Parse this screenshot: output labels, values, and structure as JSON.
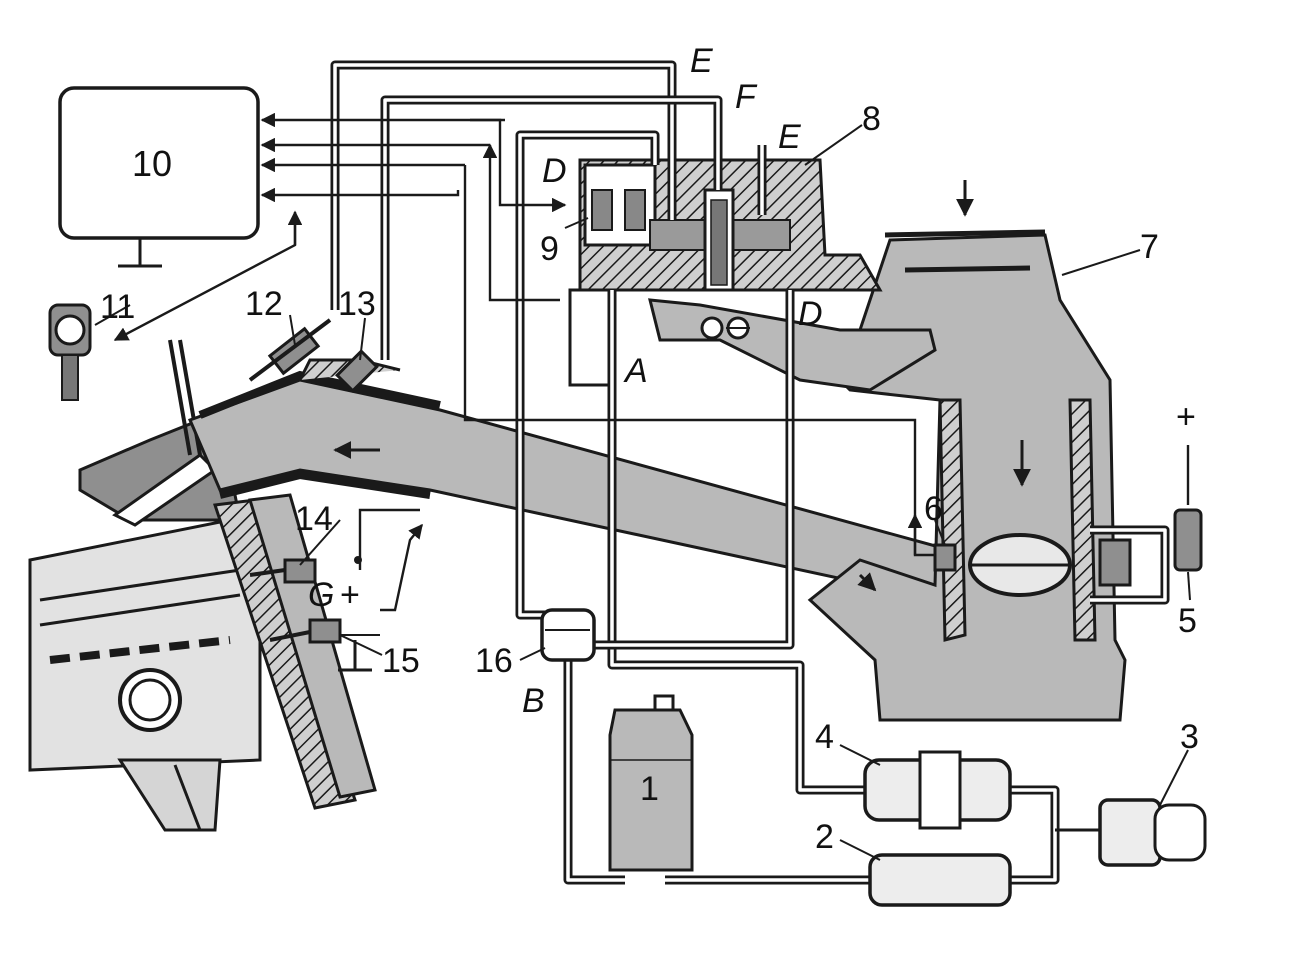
{
  "diagram": {
    "callouts": {
      "n1": "1",
      "n2": "2",
      "n3": "3",
      "n4": "4",
      "n5": "5",
      "n6": "6",
      "n7": "7",
      "n8": "8",
      "n9": "9",
      "n10": "10",
      "n11": "11",
      "n12": "12",
      "n13": "13",
      "n14": "14",
      "n15": "15",
      "n16": "16"
    },
    "letters": {
      "A": "A",
      "B": "B",
      "D_top": "D",
      "D_right": "D",
      "E_top": "E",
      "E_right": "E",
      "F": "F",
      "G": "G"
    },
    "signs": {
      "plus_g": "+",
      "plus_5": "+"
    }
  },
  "colors": {
    "ink": "#1a1a1a",
    "shade": "#b9b9b9",
    "shade_dark": "#8f8f8f",
    "paper": "#ffffff"
  }
}
